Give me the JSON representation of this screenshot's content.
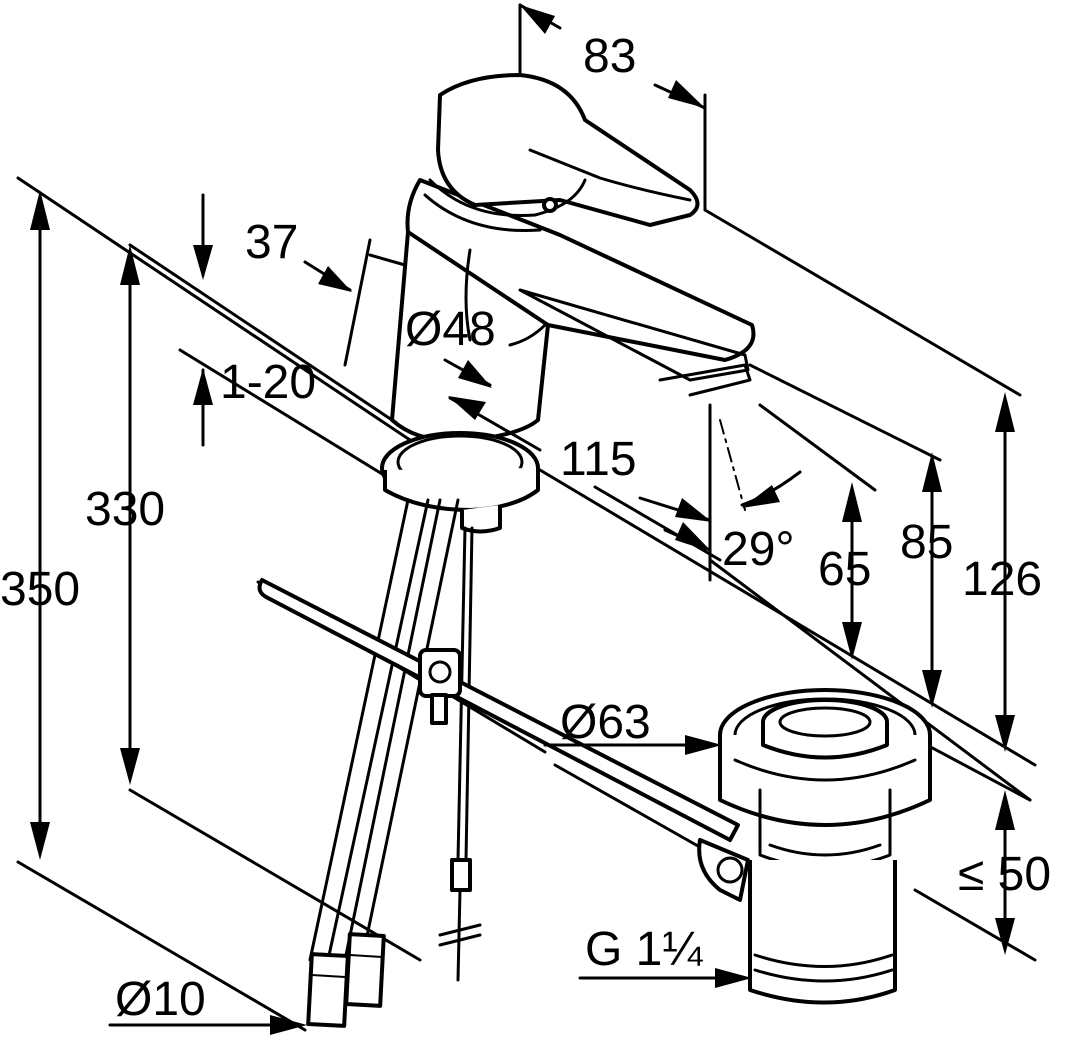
{
  "dimensions": {
    "width_83": "83",
    "offset_37": "37",
    "diameter_48": "Ø48",
    "range_1_20": "1-20",
    "reach_115": "115",
    "angle_29": "29°",
    "height_330": "330",
    "height_350": "350",
    "height_65": "65",
    "height_85": "85",
    "height_126": "126",
    "diameter_63": "Ø63",
    "max_50": "≤ 50",
    "thread_g114": "G 1¼",
    "diameter_10": "Ø10"
  },
  "colors": {
    "line": "#000000",
    "background": "#ffffff"
  }
}
